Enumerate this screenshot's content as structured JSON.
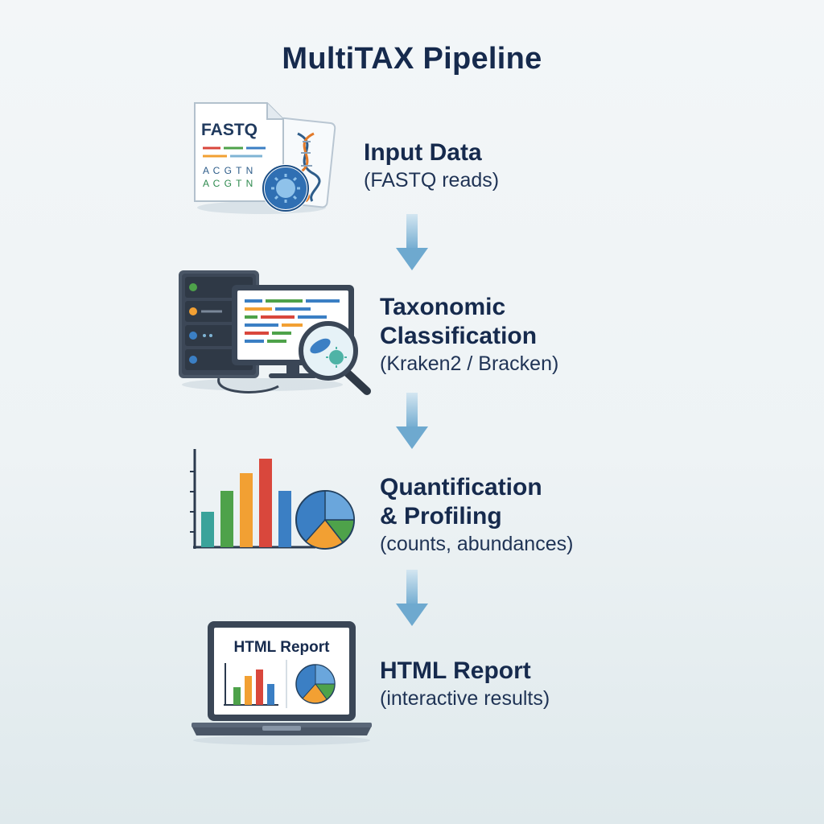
{
  "title": "MultiTAX Pipeline",
  "steps": [
    {
      "heading_lines": [
        "Input Data"
      ],
      "subtitle": "(FASTQ reads)",
      "icon": "fastq-file-icon",
      "icon_text": {
        "file_label": "FASTQ",
        "seq_line_1": "A C G T N",
        "seq_line_2": "A C G T N"
      }
    },
    {
      "heading_lines": [
        "Taxonomic",
        "Classification"
      ],
      "subtitle": "(Kraken2 / Bracken)",
      "icon": "server-monitor-magnifier-icon"
    },
    {
      "heading_lines": [
        "Quantification",
        "& Profiling"
      ],
      "subtitle": "(counts, abundances)",
      "icon": "bar-pie-chart-icon"
    },
    {
      "heading_lines": [
        "HTML Report"
      ],
      "subtitle": "(interactive results)",
      "icon": "laptop-report-icon",
      "icon_text": {
        "screen_title": "HTML Report"
      }
    }
  ],
  "colors": {
    "title": "#162a4d",
    "arrow": "#7fb4d4",
    "bar_teal": "#3aa39b",
    "bar_green": "#4ea24a",
    "bar_orange": "#f2a033",
    "bar_red": "#d9473c",
    "bar_blue": "#3b7fc4"
  }
}
